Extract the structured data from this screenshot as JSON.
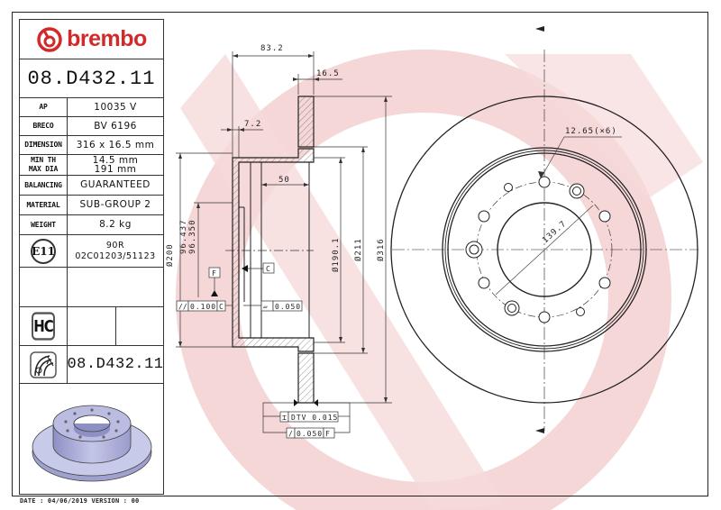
{
  "brand": {
    "name": "brembo",
    "color": "#d22a2a"
  },
  "part_number": "08.D432.11",
  "specs": [
    {
      "label": "AP",
      "value": "10035 V"
    },
    {
      "label": "BRECO",
      "value": "BV 6196"
    },
    {
      "label": "DIMENSION",
      "value": "316 x 16.5 mm"
    },
    {
      "label_lines": [
        "MIN TH",
        "MAX DIA"
      ],
      "value_lines": [
        "14.5 mm",
        "191 mm"
      ]
    },
    {
      "label": "BALANCING",
      "value": "GUARANTEED"
    },
    {
      "label": "MATERIAL",
      "value": "SUB-GROUP 2"
    },
    {
      "label": "WEIGHT",
      "value": "8.2 kg"
    }
  ],
  "approval": {
    "icon": "e11-approval-icon",
    "badge": "E11",
    "lines": [
      "90R",
      "02C01203/51123"
    ]
  },
  "hc": {
    "icon": "hc-icon",
    "badge": "HC"
  },
  "disc_icon_row": {
    "icon": "brake-disc-icon",
    "part_number": "08.D432.11"
  },
  "footer": {
    "text": "DATE : 04/06/2019 VERSION : 00"
  },
  "section_view": {
    "dims": {
      "overall_height": "83.2",
      "thickness": "16.5",
      "hat_wall": "7.2",
      "inner_depth": "50",
      "dia_200": "Ø200",
      "dia_96_upper": "96.437",
      "dia_96_lower": "96.350",
      "dia_190": "Ø190.1",
      "dia_211": "Ø211",
      "dia_316": "Ø316"
    },
    "datums": {
      "f": "F",
      "c": "C"
    },
    "tolerances": {
      "parallelism": {
        "symbol": "//",
        "value": "0.100",
        "datum": "C"
      },
      "flatness": {
        "symbol": "▱",
        "value": "0.050"
      },
      "dtv": {
        "symbol": "⌶",
        "label": "DTV 0.015"
      },
      "runout": {
        "symbol": "/",
        "value": "0.050",
        "datum": "F"
      }
    }
  },
  "front_view": {
    "bolt_hole_callout": "12.65(×6)",
    "pcd": "139.7"
  }
}
